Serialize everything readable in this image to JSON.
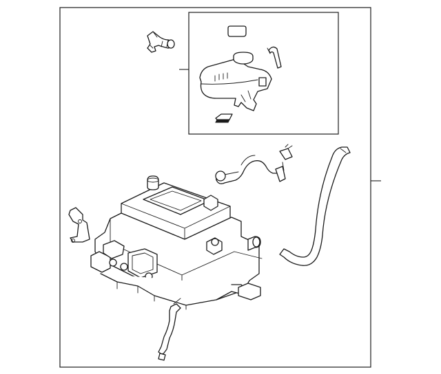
{
  "diagram": {
    "kind": "exploded parts illustration",
    "line_color": "#1a1a1a",
    "background": "#ffffff",
    "parts": [
      {
        "id": "elbow-hose",
        "icon": "hose-elbow-icon"
      },
      {
        "id": "reservoir-kit-box",
        "icon": "inset-box-icon"
      },
      {
        "id": "reservoir-cap",
        "icon": "cap-icon"
      },
      {
        "id": "reservoir-tank",
        "icon": "tank-icon"
      },
      {
        "id": "small-hose",
        "icon": "hose-icon"
      },
      {
        "id": "rubber-pad",
        "icon": "pad-icon"
      },
      {
        "id": "wire-harness",
        "icon": "harness-icon"
      },
      {
        "id": "coolant-hose",
        "icon": "hose-icon"
      },
      {
        "id": "mounting-bracket",
        "icon": "bracket-icon"
      },
      {
        "id": "inverter-assembly",
        "icon": "inverter-icon"
      },
      {
        "id": "ground-cable",
        "icon": "cable-icon"
      }
    ]
  }
}
